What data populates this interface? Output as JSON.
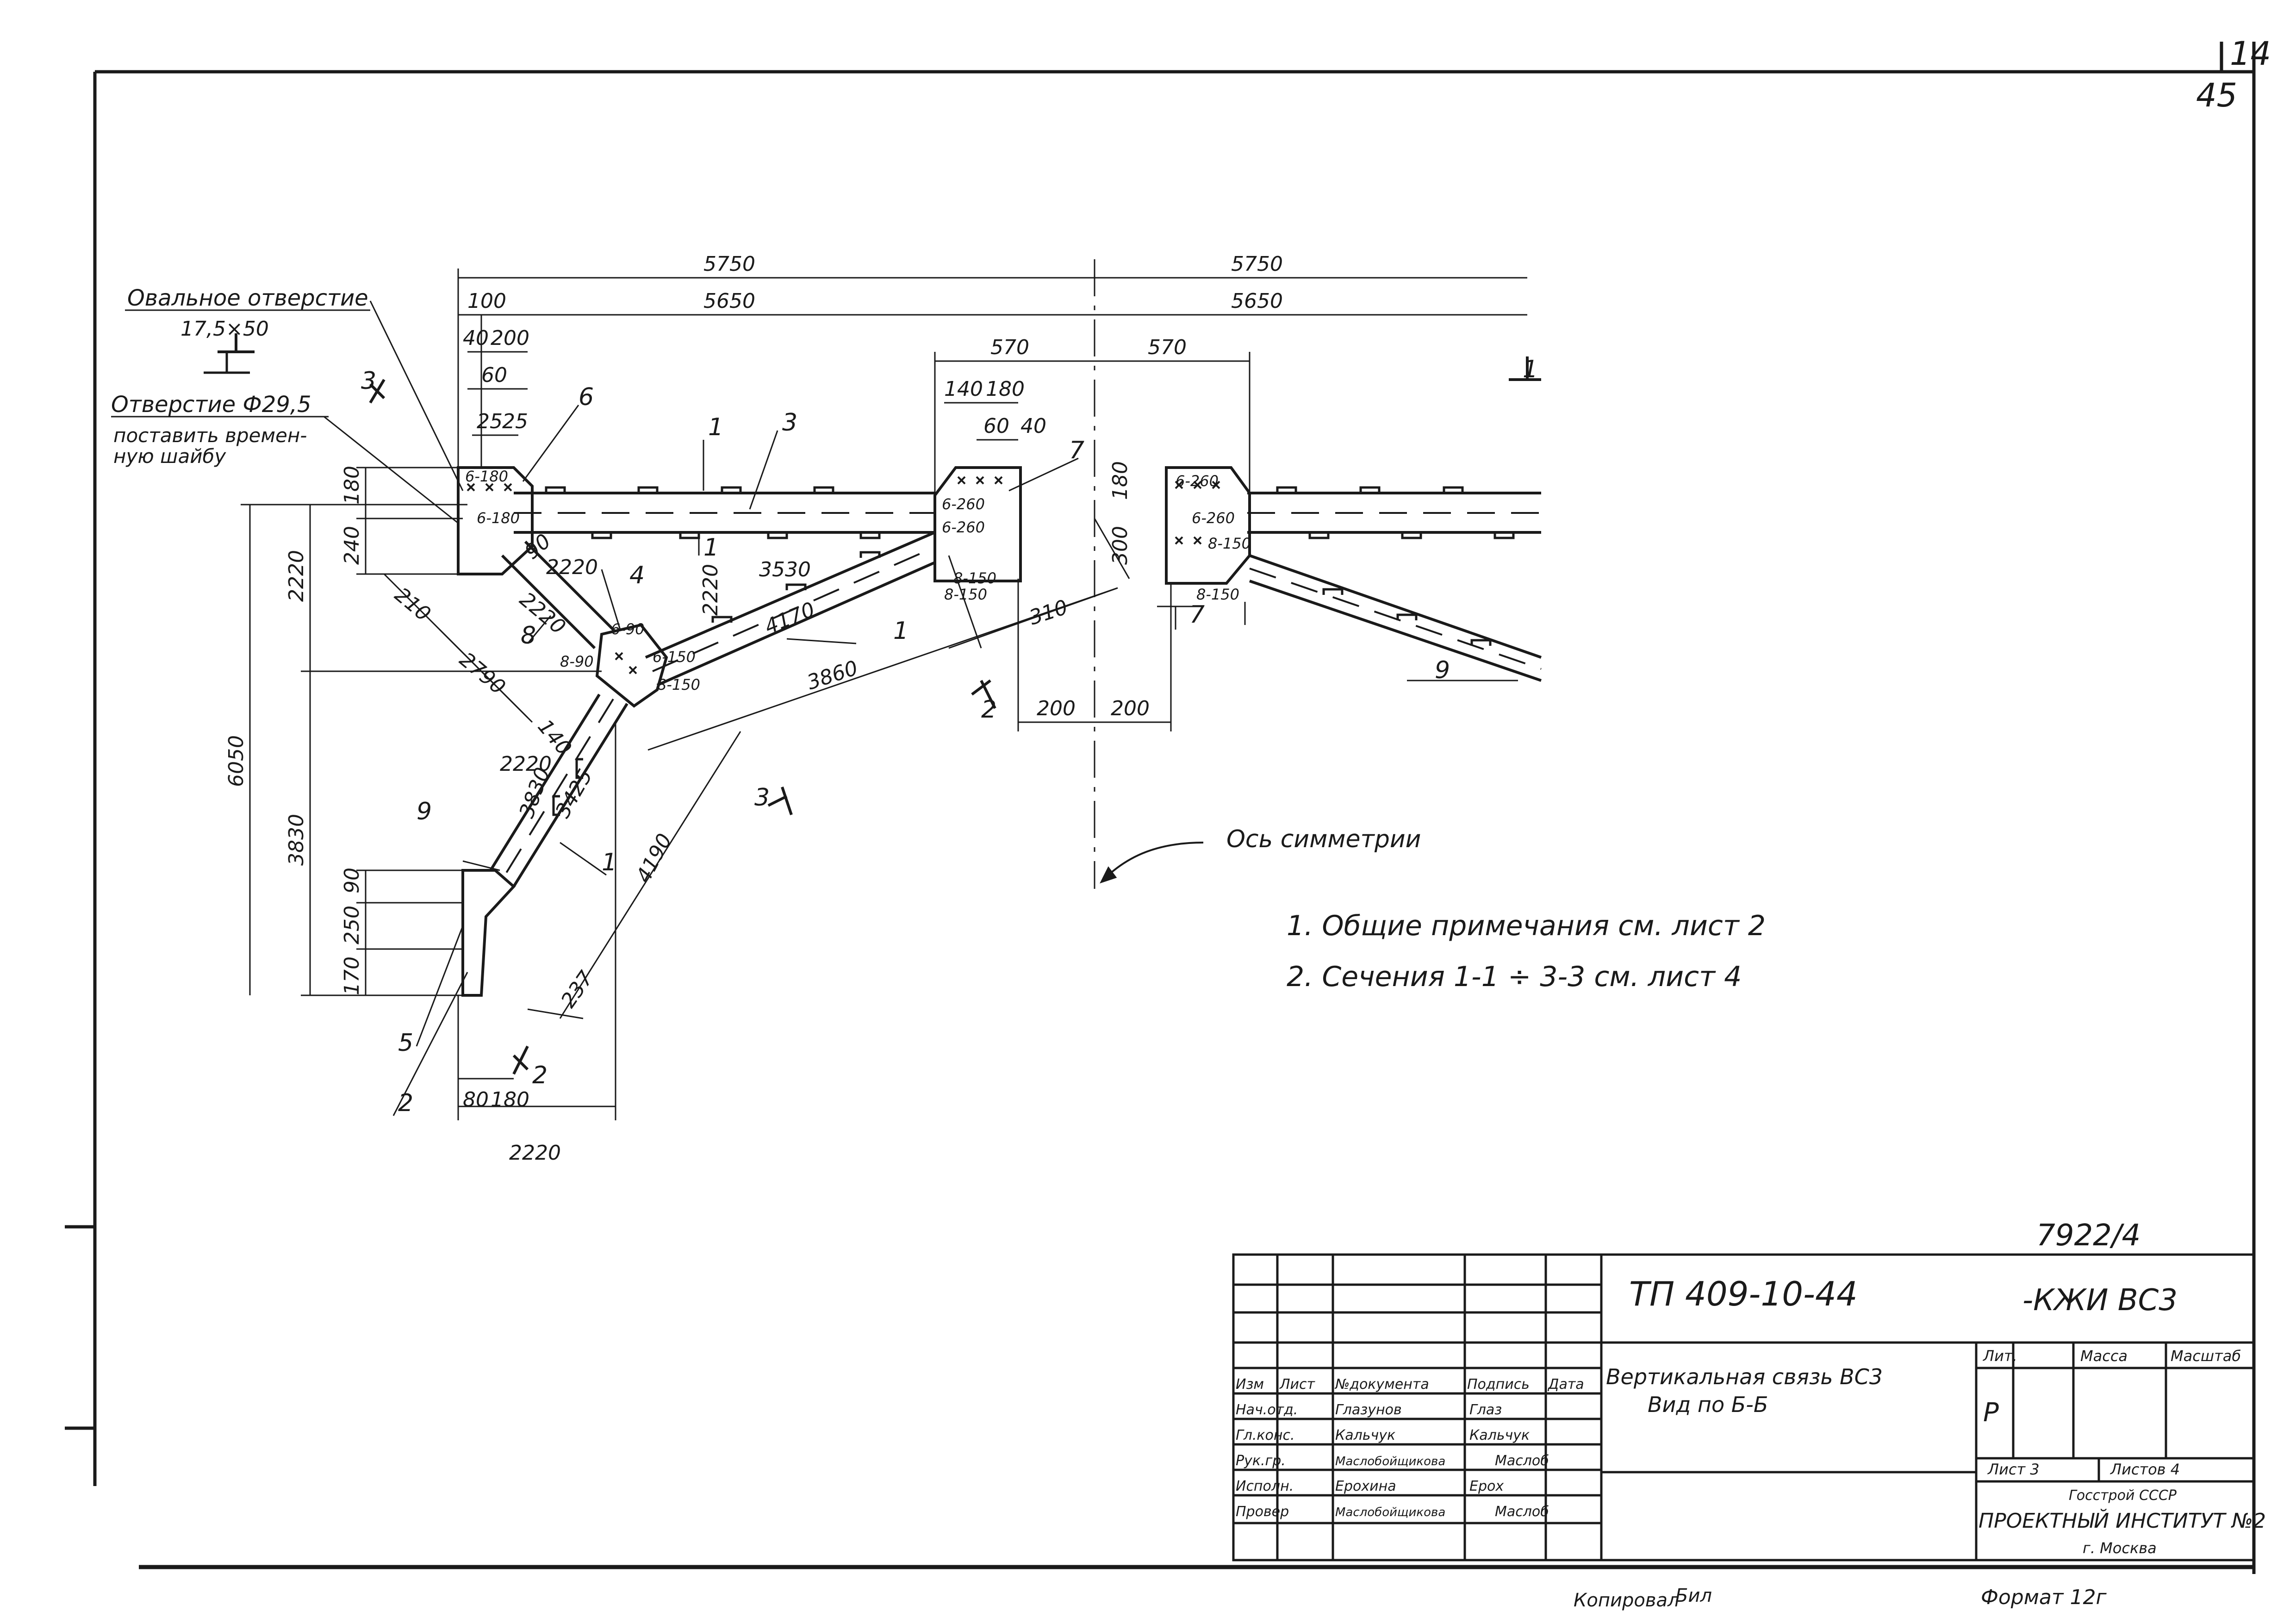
{
  "page": {
    "corner_sheet": "14",
    "corner_page": "45"
  },
  "dimensions": {
    "top_left_total": "5750",
    "top_right_total": "5750",
    "top_left_inner": "5650",
    "top_right_inner": "5650",
    "d100": "100",
    "d40": "40",
    "d200": "200",
    "d60": "60",
    "d25a": "25",
    "d25b": "25",
    "d570a": "570",
    "d570b": "570",
    "d140": "140",
    "d180top": "180",
    "d60b": "60",
    "d40b": "40",
    "v180": "180",
    "v240": "240",
    "v2220": "2220",
    "v6050": "6050",
    "v3830": "3830",
    "v90": "90",
    "v250": "250",
    "v170": "170",
    "v180r": "180",
    "v300": "300",
    "v2220b": "2220",
    "d210": "210",
    "d2790": "2790",
    "d2220a": "2220",
    "d2220b": "2220",
    "d2220c": "2220",
    "d3530": "3530",
    "d4170": "4170",
    "d3860": "3860",
    "d310": "310",
    "d200a": "200",
    "d200b": "200",
    "d140b": "140",
    "d3830b": "3830",
    "d4190": "4190",
    "d237": "237",
    "d80": "80",
    "d180b": "180",
    "d2220bottom": "2220",
    "d90": "90",
    "d3425": "3425"
  },
  "bolt_labels": {
    "b6_180": "6-180",
    "b6_180b": "6-180",
    "b6_260a": "6-260",
    "b6_260b": "6-260",
    "b6_260c": "6-260",
    "b6_260d": "6-260",
    "b8_150a": "8-150",
    "b8_150b": "8-150",
    "b8_150c": "8-150",
    "b8_150d": "8-150",
    "b6_90": "6-90",
    "b8_90": "8-90",
    "b6_150": "6-150",
    "b8_150e": "8-150"
  },
  "notes": {
    "oval_hole": "Овальное отверстие",
    "oval_size": "17,5×50",
    "hole": "Отверстие Ф29,5",
    "washer": "поставить времен-\nную шайбу",
    "symmetry_axis": "Ось симметрии",
    "note1": "1.  Общие   примечания  см.  лист 2",
    "note2": "2.  Сечения   1-1 ÷ 3-3  см. лист 4"
  },
  "markers": {
    "p1a": "1",
    "p1b": "1",
    "p1c": "1",
    "p1d": "1",
    "p1e": "1",
    "p2": "2",
    "p3": "3",
    "p4": "4",
    "p5": "5",
    "p6": "6",
    "p7": "7",
    "p7b": "7",
    "p8": "8",
    "p9": "9",
    "p9b": "9",
    "sec3_top": "3",
    "sec3_bottom": "3",
    "sec2_mid": "2",
    "sec2_bottom": "2",
    "sec1": "1"
  },
  "title_block": {
    "doc_code": "ТП 409-10-44",
    "mark": "-КЖИ ВС3",
    "number": "7922/4",
    "title_line1": "Вертикальная связь ВС3",
    "title_line2": "Вид по Б-Б",
    "col_izm": "Изм",
    "col_list": "Лист",
    "col_doc": "№документа",
    "col_sign": "Подпись",
    "col_date": "Дата",
    "rows": [
      {
        "role": "Нач.отд.",
        "name": "Глазунов",
        "sign": "Глаз"
      },
      {
        "role": "Гл.конс.",
        "name": "Кальчук",
        "sign": "Кальчук"
      },
      {
        "role": "Рук.гр.",
        "name": "Маслобойщикова",
        "sign": "Маслоб"
      },
      {
        "role": "Исполн.",
        "name": "Ерохина",
        "sign": "Ерох"
      },
      {
        "role": "Провер",
        "name": "Маслобойщикова",
        "sign": "Маслоб"
      }
    ],
    "lit_label": "Лит.",
    "mass_label": "Масса",
    "scale_label": "Масштаб",
    "lit_value": "Р",
    "sheet_label": "Лист 3",
    "sheets_label": "Листов 4",
    "org1": "Госстрой СССР",
    "org2": "ПРОЕКТНЫЙ ИНСТИТУТ №2",
    "org3": "г. Москва"
  },
  "footer": {
    "copied": "Копировал",
    "copied_sign": "Бил",
    "format": "Формат 12г"
  }
}
